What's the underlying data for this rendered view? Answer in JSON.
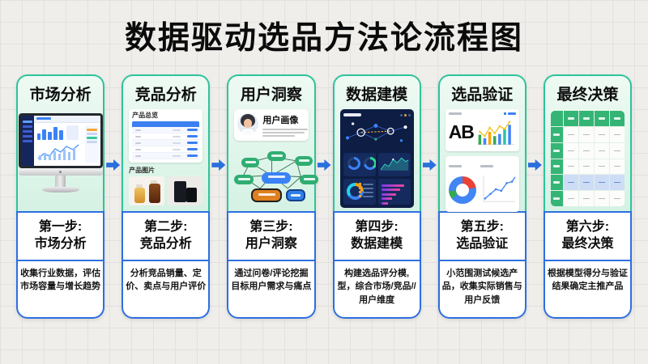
{
  "title": "数据驱动选品方法论流程图",
  "colors": {
    "background": "#efeeea",
    "grid_line": "#e2e1dd",
    "card_border_green": "#2fc39b",
    "card_top_bg_mint": "#d5f2e4",
    "section_border_blue": "#2e6fe0",
    "arrow_blue": "#2a6fdd",
    "table_green": "#34b575",
    "accent_blue": "#3b82f6",
    "dashboard_navy": "#0d1d44"
  },
  "steps": [
    {
      "header": "市场分析",
      "step_label": "第一步:",
      "step_name": "市场分析",
      "description": "收集行业数据，评估市场容量与增长趋势"
    },
    {
      "header": "竞品分析",
      "step_label": "第二步:",
      "step_name": "竞品分析",
      "description": "分析竞品销量、定价、卖点与用户评价",
      "art": {
        "table_title": "产品总览",
        "images_title": "产品图片"
      }
    },
    {
      "header": "用户洞察",
      "step_label": "第三步:",
      "step_name": "用户洞察",
      "description": "通过问卷/评论挖掘目标用户需求与痛点",
      "art": {
        "persona_title": "用户画像"
      }
    },
    {
      "header": "数据建模",
      "step_label": "第四步:",
      "step_name": "数据建模",
      "description": "构建选品评分模,型，综合市场/竞品//用户维度"
    },
    {
      "header": "选品验证",
      "step_label": "第五步:",
      "step_name": "选品验证",
      "description": "小范围测试候选产品，收集实际销售与用户反馈",
      "art": {
        "ab_label": "AB"
      }
    },
    {
      "header": "最终决策",
      "step_label": "第六步:",
      "step_name": "最终决策",
      "description": "根据模型得分与验证结果确定主推产品",
      "art": {
        "cell_dash": "—"
      }
    }
  ]
}
